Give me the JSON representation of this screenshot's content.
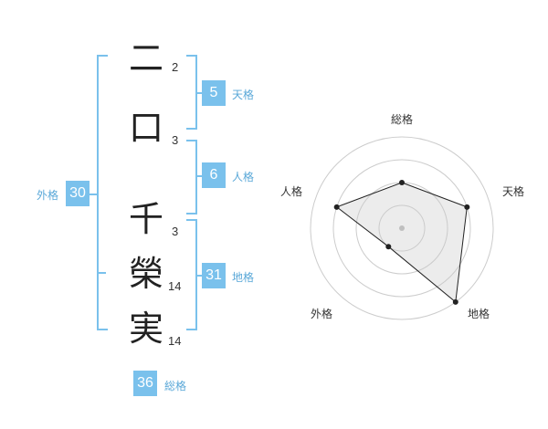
{
  "name": {
    "chars": [
      {
        "char": "二",
        "strokes": "2"
      },
      {
        "char": "口",
        "strokes": "3"
      },
      {
        "char": "千",
        "strokes": "3"
      },
      {
        "char": "榮",
        "strokes": "14"
      },
      {
        "char": "実",
        "strokes": "14"
      }
    ]
  },
  "kaku": {
    "tenkaku": {
      "value": "5",
      "label": "天格"
    },
    "jinkaku": {
      "value": "6",
      "label": "人格"
    },
    "chikaku": {
      "value": "31",
      "label": "地格"
    },
    "gaikaku": {
      "value": "30",
      "label": "外格"
    },
    "soukaku": {
      "value": "36",
      "label": "総格"
    }
  },
  "colors": {
    "accent": "#7ac1ec"
  },
  "chart_data": {
    "type": "radar",
    "axes": [
      "総格",
      "天格",
      "地格",
      "外格",
      "人格"
    ],
    "values": [
      2,
      3,
      4,
      1,
      3
    ],
    "max": 4
  }
}
